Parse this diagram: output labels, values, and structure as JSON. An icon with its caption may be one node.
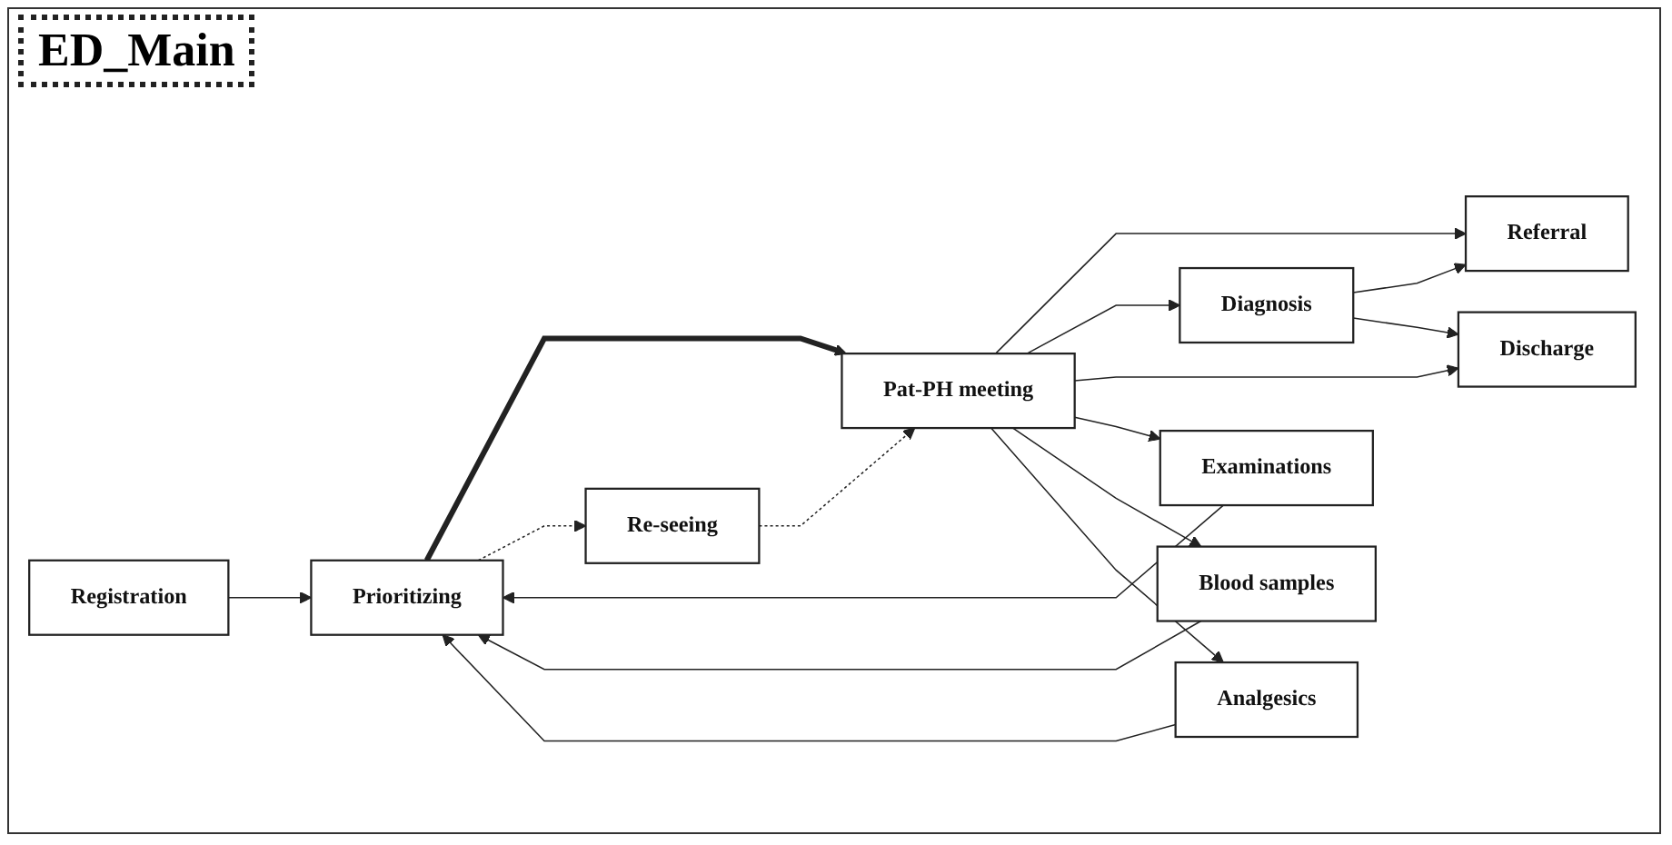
{
  "diagram": {
    "title": "ED_Main",
    "nodes": [
      {
        "text": [
          "Registration"
        ]
      },
      {
        "text": [
          "Prioritizing"
        ]
      },
      {
        "text": [
          "Pat-PH meeting"
        ]
      },
      {
        "text": [
          "Re-seeing"
        ]
      },
      {
        "text": [
          "Referral"
        ]
      },
      {
        "text": [
          "Diagnosis"
        ]
      },
      {
        "text": [
          "Discharge"
        ]
      },
      {
        "text": [
          "Examinations"
        ]
      },
      {
        "text": [
          "Blood samples"
        ]
      },
      {
        "text": [
          "Analgesics"
        ]
      }
    ],
    "edges": [
      {
        "from": 0,
        "to": 1,
        "arrow": "to"
      },
      {
        "from": 1,
        "to": 2,
        "arrow": "to",
        "style": "thick"
      },
      {
        "from": 1,
        "to": 3,
        "arrow": "to",
        "style": "dashed"
      },
      {
        "from": 3,
        "to": 2,
        "arrow": "to",
        "style": "dashed"
      },
      {
        "from": 2,
        "to": 4,
        "arrow": "to"
      },
      {
        "from": 2,
        "to": 5,
        "arrow": "to"
      },
      {
        "from": 2,
        "to": 6,
        "arrow": "to"
      },
      {
        "from": 2,
        "to": 7,
        "arrow": "to"
      },
      {
        "from": 2,
        "to": 8,
        "arrow": "to"
      },
      {
        "from": 2,
        "to": 9,
        "arrow": "to"
      },
      {
        "from": 5,
        "to": 4,
        "arrow": "to"
      },
      {
        "from": 5,
        "to": 6,
        "arrow": "to"
      },
      {
        "from": 7,
        "to": 1,
        "arrow": "to"
      },
      {
        "from": 8,
        "to": 1,
        "arrow": "to"
      },
      {
        "from": 9,
        "to": 1,
        "arrow": "to"
      }
    ]
  }
}
